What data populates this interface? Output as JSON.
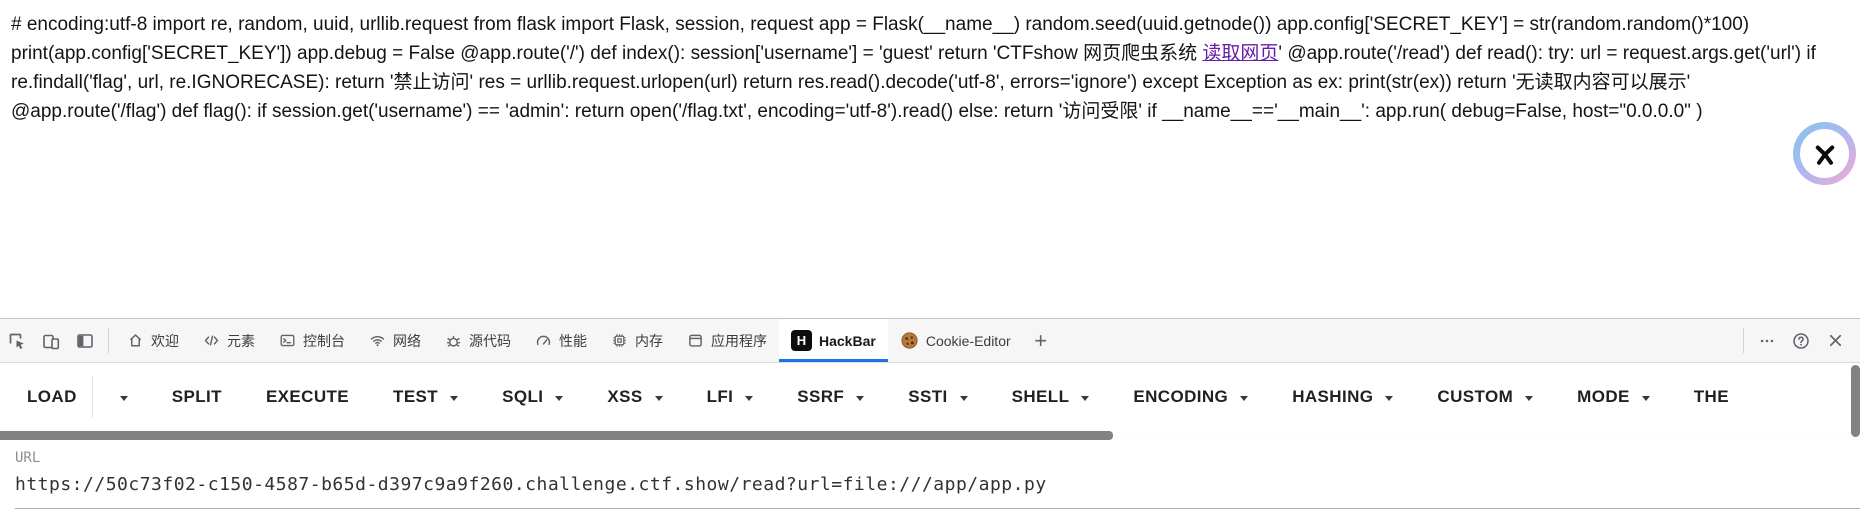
{
  "page": {
    "code": {
      "before_link": "# encoding:utf-8 import re, random, uuid, urllib.request from flask import Flask, session, request app = Flask(__name__) random.seed(uuid.getnode()) app.config['SECRET_KEY'] = str(random.random()*100) print(app.config['SECRET_KEY']) app.debug = False @app.route('/') def index(): session['username'] = 'guest' return 'CTFshow 网页爬虫系统 ",
      "link_text": "读取网页",
      "after_link": "' @app.route('/read') def read(): try: url = request.args.get('url') if re.findall('flag', url, re.IGNORECASE): return '禁止访问' res = urllib.request.urlopen(url) return res.read().decode('utf-8', errors='ignore') except Exception as ex: print(str(ex)) return '无读取内容可以展示' @app.route('/flag') def flag(): if session.get('username') == 'admin': return open('/flag.txt', encoding='utf-8').read() else: return '访问受限' if __name__=='__main__': app.run( debug=False, host=\"0.0.0.0\" )"
    },
    "floating_button_icon": "translate-float-icon"
  },
  "devtools": {
    "toolbar_icons": [
      "inspect-icon",
      "device-toolbar-icon",
      "dock-side-icon"
    ],
    "tabs": [
      {
        "label": "欢迎",
        "icon": "home-icon"
      },
      {
        "label": "元素",
        "icon": "code-brackets-icon"
      },
      {
        "label": "控制台",
        "icon": "console-icon"
      },
      {
        "label": "网络",
        "icon": "wifi-icon"
      },
      {
        "label": "源代码",
        "icon": "bug-icon"
      },
      {
        "label": "性能",
        "icon": "gauge-icon"
      },
      {
        "label": "内存",
        "icon": "memory-chip-icon"
      },
      {
        "label": "应用程序",
        "icon": "app-window-icon"
      },
      {
        "label": "HackBar",
        "icon": "hackbar-h-icon",
        "active": true,
        "hackbar_icon_letter": "H"
      },
      {
        "label": "Cookie-Editor",
        "icon": "cookie-icon"
      }
    ],
    "right_controls": [
      "more-options-icon",
      "help-icon",
      "close-icon"
    ]
  },
  "hackbar": {
    "buttons": [
      {
        "label": "LOAD",
        "caret": true,
        "split": true
      },
      {
        "label": "SPLIT",
        "caret": false
      },
      {
        "label": "EXECUTE",
        "caret": false
      },
      {
        "label": "TEST",
        "caret": true
      },
      {
        "label": "SQLI",
        "caret": true
      },
      {
        "label": "XSS",
        "caret": true
      },
      {
        "label": "LFI",
        "caret": true
      },
      {
        "label": "SSRF",
        "caret": true
      },
      {
        "label": "SSTI",
        "caret": true
      },
      {
        "label": "SHELL",
        "caret": true
      },
      {
        "label": "ENCODING",
        "caret": true
      },
      {
        "label": "HASHING",
        "caret": true
      },
      {
        "label": "CUSTOM",
        "caret": true
      },
      {
        "label": "MODE",
        "caret": true
      },
      {
        "label": "THE",
        "caret": false
      }
    ],
    "url_field": {
      "label": "URL",
      "value": "https://50c73f02-c150-4587-b65d-d397c9a9f260.challenge.ctf.show/read?url=file:///app/app.py"
    }
  },
  "colors": {
    "active_tab_underline": "#1a73e8",
    "link_purple": "#681da8",
    "hackbar_icon_bg": "#0d0d0d",
    "cookie_brown": "#b5793c",
    "scrollbar_gray": "#828282"
  }
}
